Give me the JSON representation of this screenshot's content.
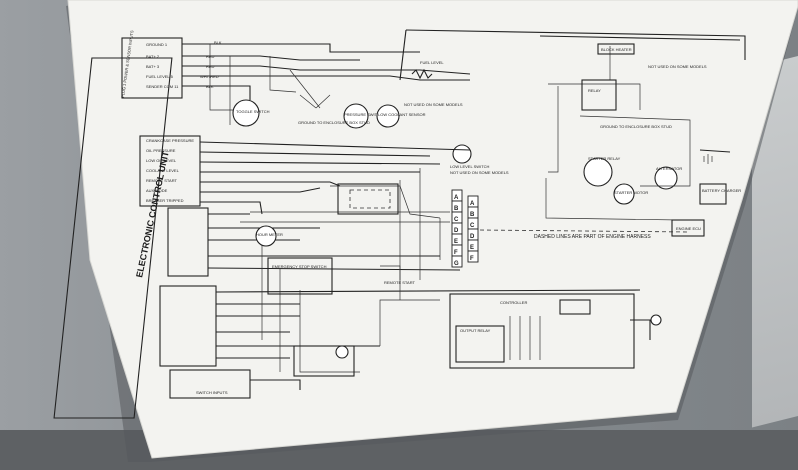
{
  "diagram": {
    "title_vertical": "ELECTRONIC CONTROL UNIT",
    "plug_label": "PLUG 1 POWER & SENSOR INPUTS",
    "power_inputs": [
      "GROUND 1",
      "BAT+ 2",
      "BAT+ 3",
      "FUEL LEVEL 5",
      "SENDER COM 11"
    ],
    "wire_colors": [
      "BLK",
      "RED",
      "RED",
      "WHT/RED",
      "BLK"
    ],
    "top_labels": {
      "toggle_switch": "TOGGLE SWITCH",
      "pressure_switch": "PRESSURE SWITCH",
      "ground_enclosure": "GROUND TO ENCLOSURE BOX STUD",
      "fuel_level": "FUEL LEVEL",
      "not_used": "NOT USED ON SOME MODELS",
      "low_coolant": "LOW COOLANT SENSOR",
      "low_level_switch": "LOW LEVEL SWITCH",
      "not_used_2": "NOT USED ON SOME MODELS"
    },
    "mid_inputs": [
      "CRANKCASE PRESSURE",
      "OIL PRESSURE",
      "LOW OIL LEVEL",
      "COOLANT LEVEL",
      "REMOTE START",
      "AUX MODE",
      "BREAKER TRIPPED"
    ],
    "connector_letters": [
      "A",
      "B",
      "C",
      "D",
      "E",
      "F",
      "G"
    ],
    "right_section": {
      "block_heater": "BLOCK HEATER",
      "not_used": "NOT USED ON SOME MODELS",
      "relay": "RELAY",
      "ground_enclosure": "GROUND TO ENCLOSURE BOX STUD",
      "starter_relay": "STARTER RELAY",
      "starter_motor": "STARTER MOTOR",
      "alternator": "ALTERNATOR",
      "battery_charger": "BATTERY CHARGER",
      "engine_ecu": "ENGINE ECU",
      "dashed_note": "DASHED LINES ARE PART OF ENGINE HARNESS"
    },
    "bottom_labels": {
      "emergency_stop": "EMERGENCY STOP SWITCH",
      "remote_start": "REMOTE START",
      "hour_meter": "HOUR METER",
      "controller": "CONTROLLER",
      "output_relay": "OUTPUT RELAY",
      "switch_inputs": "SWITCH INPUTS"
    }
  }
}
